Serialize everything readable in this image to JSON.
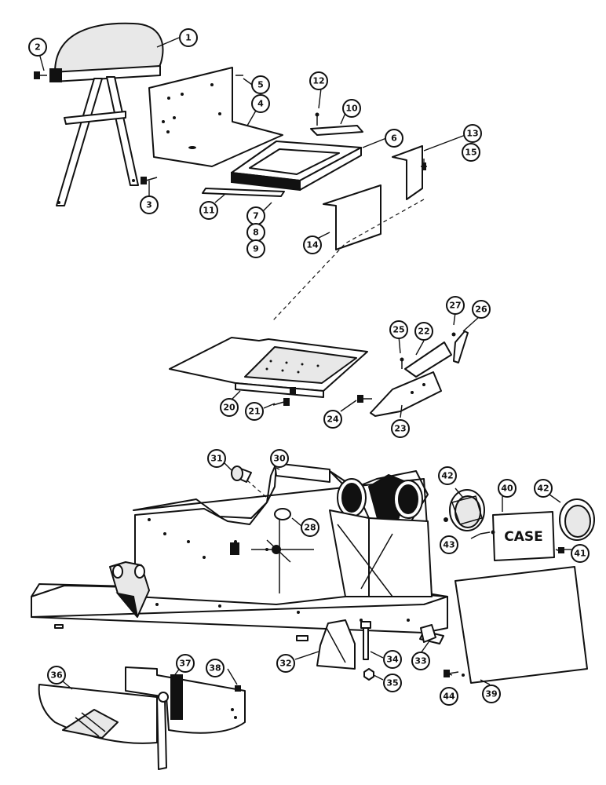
{
  "diagram": {
    "brand_label": "CASE",
    "callouts": [
      "1",
      "2",
      "3",
      "4",
      "5",
      "6",
      "7",
      "8",
      "9",
      "10",
      "11",
      "12",
      "13",
      "14",
      "15",
      "20",
      "21",
      "22",
      "23",
      "24",
      "25",
      "26",
      "27",
      "28",
      "30",
      "31",
      "32",
      "33",
      "34",
      "35",
      "36",
      "37",
      "38",
      "39",
      "40",
      "41",
      "42",
      "42",
      "43",
      "44"
    ]
  }
}
